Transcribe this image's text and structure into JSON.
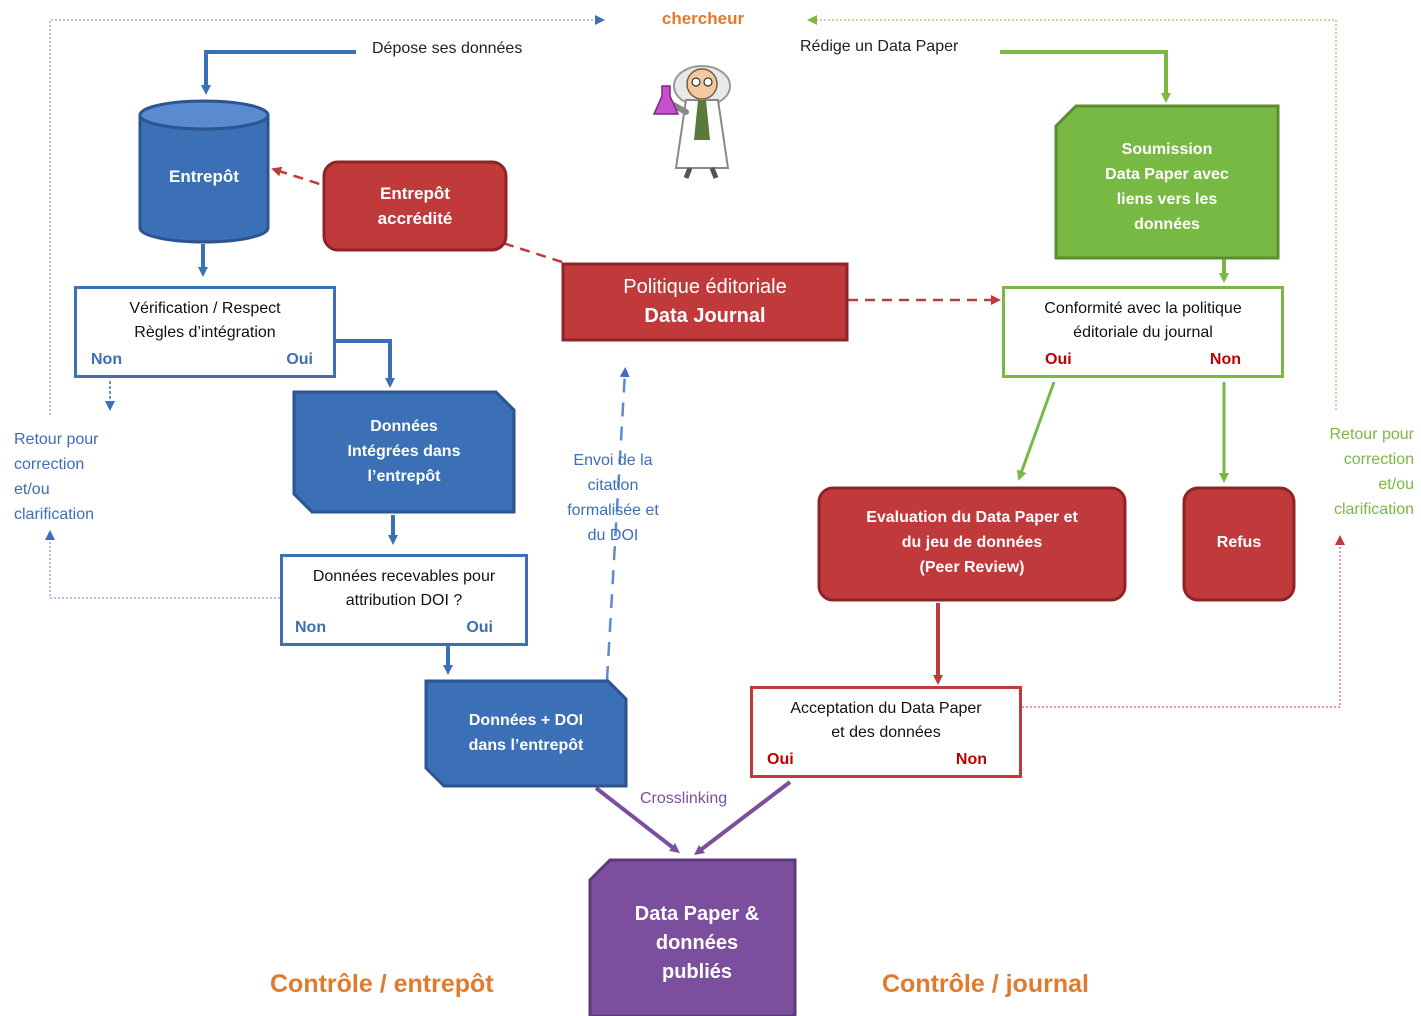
{
  "top_label": "chercheur",
  "flows": {
    "depose": "Dépose ses données",
    "redige": "Rédige un Data Paper",
    "crosslinking": "Crosslinking",
    "envoi": [
      "Envoi de la",
      "citation",
      "formalisée et",
      "du DOI"
    ],
    "retour_left": [
      "Retour pour",
      "correction",
      "et/ou",
      "clarification"
    ],
    "retour_right": [
      "Retour pour",
      "correction",
      "et/ou",
      "clarification"
    ]
  },
  "nodes": {
    "entrepot": "Entrepôt",
    "entrepot_accredite": [
      "Entrepôt",
      "accrédité"
    ],
    "politique": [
      "Politique éditoriale",
      "Data Journal"
    ],
    "soumission": [
      "Soumission",
      "Data Paper avec",
      "liens vers les",
      "données"
    ],
    "verification": {
      "question": [
        "Vérification / Respect",
        "Règles d’intégration"
      ],
      "no": "Non",
      "yes": "Oui"
    },
    "donnees_integrees": [
      "Données",
      "Intégrées dans",
      "l’entrepôt"
    ],
    "recevables": {
      "question": [
        "Données recevables pour",
        "attribution DOI ?"
      ],
      "no": "Non",
      "yes": "Oui"
    },
    "donnees_doi": [
      "Données + DOI",
      "dans l’entrepôt"
    ],
    "conformite": {
      "question": [
        "Conformité avec la politique",
        "éditoriale du journal"
      ],
      "yes": "Oui",
      "no": "Non"
    },
    "evaluation": [
      "Evaluation  du Data Paper et",
      "du jeu de données",
      "(Peer Review)"
    ],
    "refus": "Refus",
    "acceptation": {
      "question": [
        "Acceptation du Data Paper",
        "et des données"
      ],
      "yes": "Oui",
      "no": "Non"
    },
    "publies": [
      "Data Paper &",
      "données",
      "publiés"
    ]
  },
  "headings": {
    "left": "Contrôle / entrepôt",
    "right": "Contrôle / journal"
  },
  "colors": {
    "blue": "#3b6fb6",
    "red": "#c0393b",
    "green": "#78b943",
    "purple": "#7b4f9e",
    "orange": "#e07b2e"
  }
}
